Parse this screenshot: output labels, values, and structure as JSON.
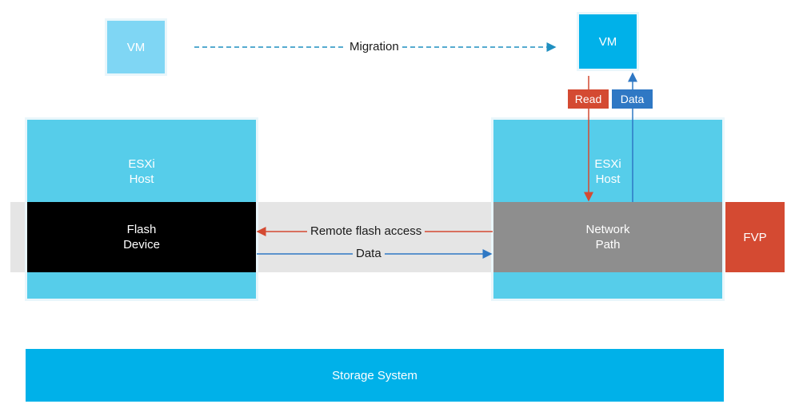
{
  "vm_source": {
    "label": "VM"
  },
  "vm_target": {
    "label": "VM"
  },
  "migration": {
    "label": "Migration"
  },
  "read_tag": {
    "label": "Read",
    "color": "#d44a32"
  },
  "data_tag": {
    "label": "Data",
    "color": "#2f78c4"
  },
  "host_left": {
    "line1": "ESXi",
    "line2": "Host"
  },
  "host_right": {
    "line1": "ESXi",
    "line2": "Host"
  },
  "flash_device": {
    "line1": "Flash",
    "line2": "Device"
  },
  "network_path": {
    "line1": "Network",
    "line2": "Path"
  },
  "remote_flash": {
    "label": "Remote flash access"
  },
  "data_transfer": {
    "label": "Data"
  },
  "fvp": {
    "label": "FVP"
  },
  "storage": {
    "label": "Storage System"
  },
  "colors": {
    "host": "#56cdea",
    "vm_light": "#7fd6f4",
    "vm_dark": "#00b1e9",
    "band": "#e5e5e5",
    "flash": "#000000",
    "network": "#8e8e8e",
    "fvp": "#d44a32",
    "storage": "#00b1e9",
    "read_arrow": "#d44a32",
    "data_arrow": "#2f78c4",
    "migration_arrow": "#1f8fc0"
  }
}
